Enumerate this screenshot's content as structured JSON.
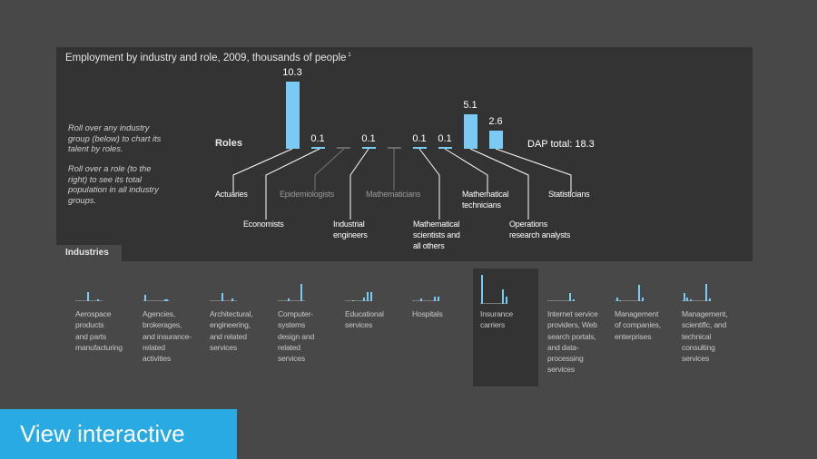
{
  "chart_data": {
    "type": "bar",
    "title": "Employment by industry and role, 2009, thousands of people",
    "footnote_marker": "1",
    "xlabel": "Roles",
    "ylabel": "",
    "categories": [
      "Actuaries",
      "Economists",
      "Epidemiologists",
      "Industrial engineers",
      "Mathematicians",
      "Mathematical scientists and all others",
      "Mathematical technicians",
      "Operations research analysts",
      "Statisticians"
    ],
    "values": [
      10.3,
      0.1,
      0,
      0.1,
      0,
      0.1,
      0.1,
      5.1,
      2.6
    ],
    "total_label": "DAP total: 18.3",
    "selected_industry": "Insurance carriers"
  },
  "header": {
    "title": "Employment by industry and role, 2009, thousands of people",
    "footnote": "1"
  },
  "instructions": {
    "p1": "Roll over any industry group (below) to chart its talent by roles.",
    "p2": "Roll over a role (to the right) to see its total population in all industry groups."
  },
  "roles_label": "Roles",
  "bars": [
    {
      "value": "10.3"
    },
    {
      "value": "0.1"
    },
    {
      "value": ""
    },
    {
      "value": "0.1"
    },
    {
      "value": ""
    },
    {
      "value": "0.1"
    },
    {
      "value": "0.1"
    },
    {
      "value": "5.1"
    },
    {
      "value": "2.6"
    }
  ],
  "total": "DAP total: 18.3",
  "role_labels": {
    "actuaries": "Actuaries",
    "economists": "Economists",
    "epidemiologists": "Epidemiologists",
    "industrial_1": "Industrial",
    "industrial_2": "engineers",
    "mathematicians": "Mathematicians",
    "mathsci_1": "Mathematical",
    "mathsci_2": "scientists and",
    "mathsci_3": "all others",
    "mathtech_1": "Mathematical",
    "mathtech_2": "technicians",
    "ops_1": "Operations",
    "ops_2": "research analysts",
    "statisticians": "Statisticians"
  },
  "industries_tab": "Industries",
  "industries": [
    {
      "lines": [
        "Aerospace",
        "products",
        "and parts",
        "manufacturing"
      ]
    },
    {
      "lines": [
        "Agencies,",
        "brokerages,",
        "and insurance-",
        "related",
        "activities"
      ]
    },
    {
      "lines": [
        "Architectural,",
        "engineering,",
        "and related",
        "services"
      ]
    },
    {
      "lines": [
        "Computer-",
        "systems",
        "design and",
        "related",
        "services"
      ]
    },
    {
      "lines": [
        "Educational",
        "services"
      ]
    },
    {
      "lines": [
        "Hospitals"
      ]
    },
    {
      "lines": [
        "Insurance",
        "carriers"
      ]
    },
    {
      "lines": [
        "Internet service",
        "providers, Web",
        "search portals,",
        "and data-",
        "processing",
        "services"
      ]
    },
    {
      "lines": [
        "Management",
        "of companies,",
        "enterprises"
      ]
    },
    {
      "lines": [
        "Management,",
        "scientific, and",
        "technical",
        "consulting",
        "services"
      ]
    }
  ],
  "cta": {
    "label": "View interactive"
  },
  "colors": {
    "bar": "#7acbf3",
    "panel": "#333333",
    "background": "#484848",
    "cta": "#29aae2"
  }
}
